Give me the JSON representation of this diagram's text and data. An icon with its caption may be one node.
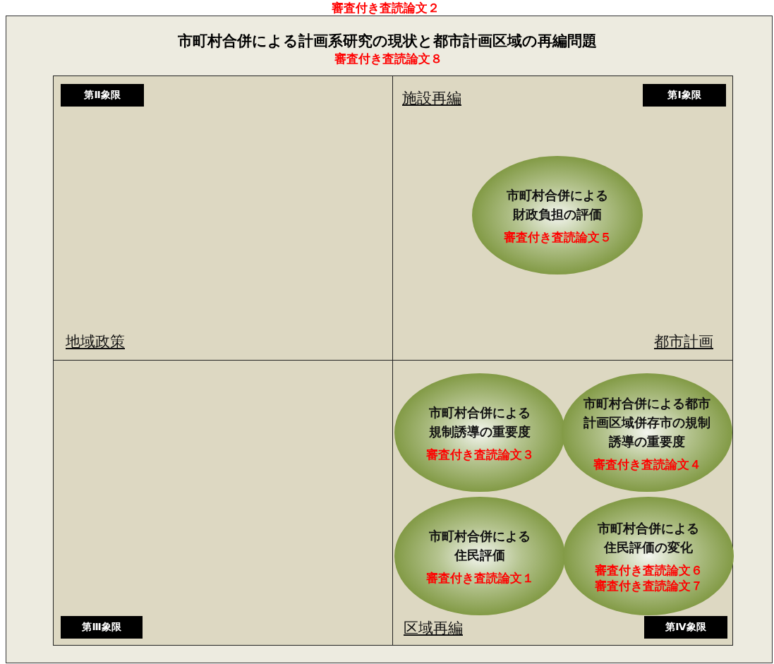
{
  "diagram": {
    "title": "市町村合併による計画系研究の現状と都市計画区域の再編問題",
    "nodes": [
      {
        "text": [
          "第Ⅱ象限"
        ]
      },
      {
        "text": [
          "第Ⅰ象限"
        ]
      },
      {
        "text": [
          "市町村合併による財政負担の評価",
          "審査付き査読論文５"
        ]
      },
      {
        "text": [
          "市町村合併による規制誘導の重要度",
          "審査付き査読論文３"
        ]
      },
      {
        "text": [
          "市町村合併による都市計画区域併存市の規制誘導の重要度",
          "審査付き査読論文４"
        ]
      },
      {
        "text": [
          "市町村合併による住民評価",
          "審査付き査読論文１"
        ]
      },
      {
        "text": [
          "市町村合併による住民評価の変化",
          "審査付き査読論文６",
          "審査付き査読論文７"
        ]
      },
      {
        "text": [
          "第Ⅲ象限"
        ]
      },
      {
        "text": [
          "第Ⅳ象限"
        ]
      }
    ],
    "labels": [
      "審査付き査読論文２",
      "審査付き査読論文８",
      "施設再編",
      "地域政策",
      "都市計画",
      "区域再編"
    ]
  }
}
